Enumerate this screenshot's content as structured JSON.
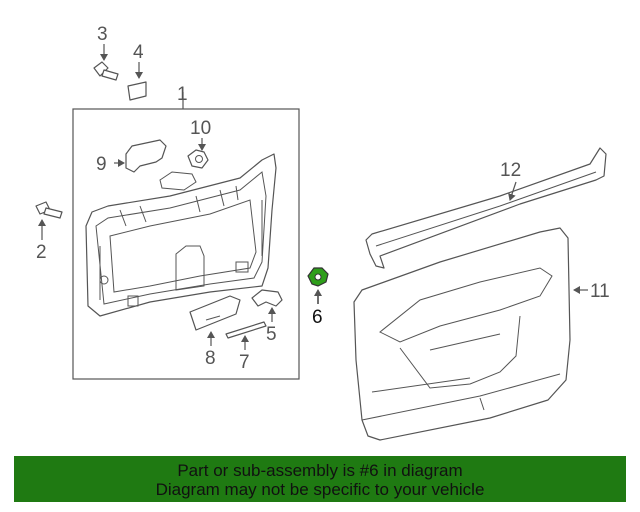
{
  "diagram": {
    "callouts": [
      "1",
      "2",
      "3",
      "4",
      "5",
      "6",
      "7",
      "8",
      "9",
      "10",
      "11",
      "12"
    ],
    "highlight_color": "#2e9e1a"
  },
  "banner": {
    "line1": "Part or sub-assembly is #6 in diagram",
    "line2": "Diagram may not be specific to your vehicle",
    "background": "#1f7a12"
  }
}
